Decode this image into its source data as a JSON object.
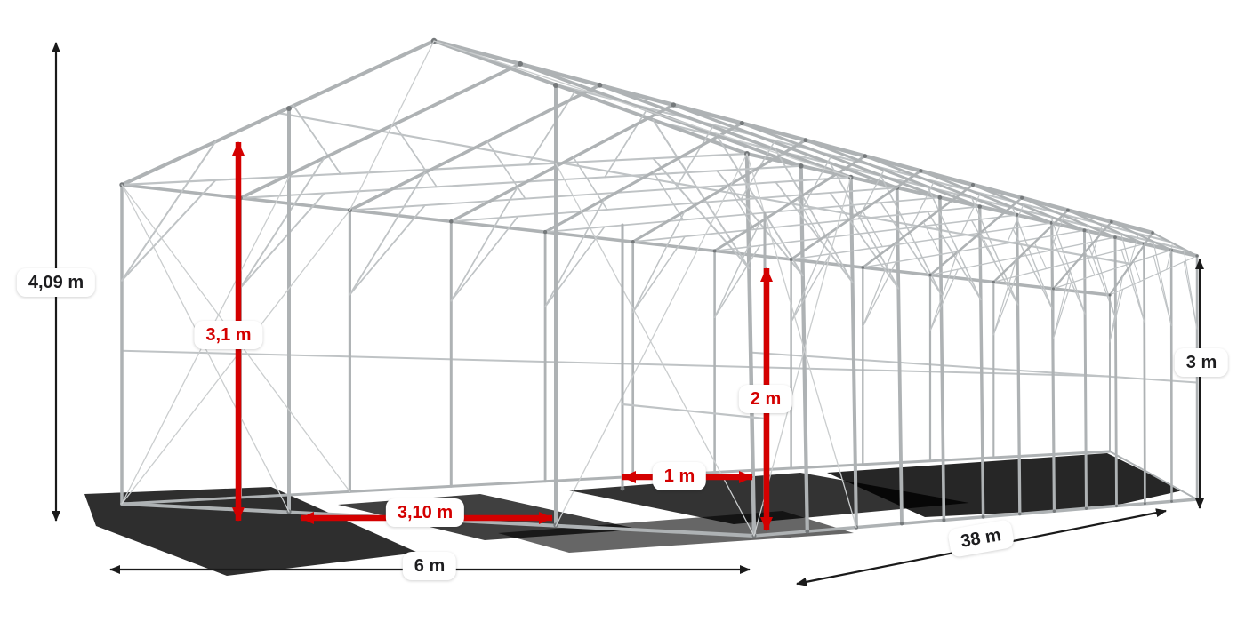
{
  "scene": {
    "subject": "galvanized steel frame skeleton of a storage tent, perspective view",
    "frame_color": "#aeb2b4",
    "shadow_color": "#000000",
    "accent_red": "#d40000",
    "dimension_black": "#1a1a1a"
  },
  "dimensions": {
    "total_height": {
      "label": "4,09 m",
      "kind": "black"
    },
    "front_clearance_height": {
      "label": "3,1 m",
      "kind": "red"
    },
    "side_height": {
      "label": "3 m",
      "kind": "black"
    },
    "inner_gate_height": {
      "label": "2 m",
      "kind": "red"
    },
    "inner_gate_width": {
      "label": "1 m",
      "kind": "red"
    },
    "front_gate_width": {
      "label": "3,10 m",
      "kind": "red"
    },
    "width": {
      "label": "6 m",
      "kind": "black"
    },
    "length": {
      "label": "38 m",
      "kind": "black"
    }
  }
}
